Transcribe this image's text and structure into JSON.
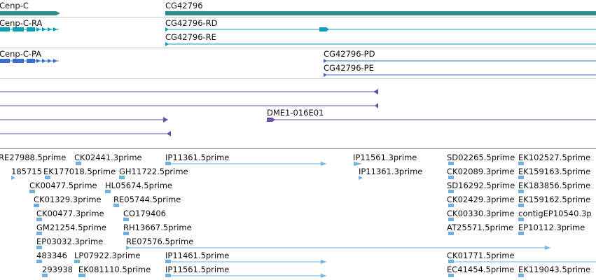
{
  "genes": {
    "cenp_c": {
      "label": "Cenp-C",
      "color": "#2e8b8b"
    },
    "cg42796": {
      "label": "CG42796",
      "color": "#2e8b8b"
    }
  },
  "transcripts": {
    "cenp_c_ra": {
      "label": "Cenp-C-RA",
      "color": "#0aa0b8"
    },
    "cg42796_rd": {
      "label": "CG42796-RD",
      "color": "#0aa0b8"
    },
    "cg42796_re": {
      "label": "CG42796-RE",
      "color": "#0aa0b8"
    }
  },
  "proteins": {
    "cenp_c_pa": {
      "label": "Cenp-C-PA",
      "color": "#3a6fd0"
    },
    "cg42796_pd": {
      "label": "CG42796-PD",
      "color": "#3a6fd0"
    },
    "cg42796_pe": {
      "label": "CG42796-PE",
      "color": "#3a6fd0"
    }
  },
  "clones": {
    "dme1": {
      "label": "DME1-016E01",
      "color": "#6a4fa8"
    }
  },
  "ests": {
    "color": "#6fb0dc",
    "items": [
      "RE27988.5prime",
      "CK02441.3prime",
      "IP11361.5prime",
      "IP11561.3prime",
      "SD02265.5prime",
      "EK102527.5prime",
      "185715",
      "EK177018.5prime",
      "GH11722.5prime",
      "IP11361.3prime",
      "CK02089.3prime",
      "EK159163.5prime",
      "CK00477.5prime",
      "HL05674.5prime",
      "SD16292.5prime",
      "EK183856.5prime",
      "CK01329.3prime",
      "RE05744.5prime",
      "CK02429.3prime",
      "EK159162.5prime",
      "CK00477.3prime",
      "CO179406",
      "CK00330.3prime",
      "contigEP10540.3p",
      "GM21254.5prime",
      "RH13667.5prime",
      "AT25571.5prime",
      "EP10112.3prime",
      "EP03032.3prime",
      "RE07576.5prime",
      "483346",
      "LP07922.3prime",
      "IP11461.5prime",
      "CK01771.5prime",
      "293938",
      "EK081110.5prime",
      "IP11561.5prime",
      "EC41454.5prime",
      "EK119043.5prime"
    ]
  }
}
